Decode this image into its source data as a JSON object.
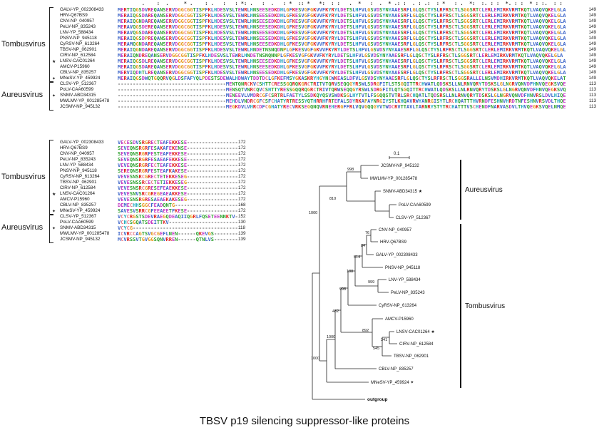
{
  "caption": "TBSV p19 silencing suppressor-like proteins",
  "groups": {
    "tombusvirus": "Tombusvirus",
    "aureusvirus": "Aureusvirus"
  },
  "residue_colors": {
    "AILMFWV": "#3a63c8",
    "KR": "#e0231e",
    "DE": "#c43ac4",
    "NQST": "#2ba02b",
    "C": "#e87e8a",
    "G": "#e8991a",
    "P": "#b8a513",
    "HY": "#20aabe",
    "-": "#666666",
    "default": "#333333"
  },
  "alignment": {
    "block1": {
      "columns": 150,
      "consensus": "        .    :  .     * .    : .   :   : *: .   :  .   : *  :: *   *:  : :   .  *   :  .  * .: :  . : .:  : *   : .  *:  :. : :  *. : :  * : :.  : :",
      "rows": [
        {
          "star": "",
          "name": "GALV-YP_002308433",
          "seq": "MERTIQGSDVREQANSERVDGGCGGTISPFKLHDESVSLTEWRLHNSEESEDKDHLGFKESVGFGKVVFKYRYLDETSLHFVLGSVDSYNYAAESRFLGLQSCTYSLRFRSCTLSGGSRTCLERLEMIRKVRMTKQTLVAQVQKELGLA",
          "end": "149"
        },
        {
          "star": "",
          "name": "HRV-Q67BS9",
          "seq": "MERAIQGSDAREQANSERVDGGCGGTISPFKLHDESVSLTEWRLHNSEESEDKDHLGFKESVGFGKVVFKYRYLDETSLHFVLGSVDSYNYAAESRFLGLQSCTYSLRFRSCTLSGGSRTCLERLEMIRKVRMTKQTLVAQVQKELGLA",
          "end": "149"
        },
        {
          "star": "",
          "name": "CNV-NP_040957",
          "seq": "MERAIQGNDAREQANSERVDGGCGGTISPFKLHDESVSLTEWRLHNSEESEDKDHLGFKESVGFGKVVFKYRYLDETSLHFVLGSVDSYNYAAESRFLGLQSCTYSLRFRSCTLSGGSRTCLERLEMIRKVRMTKQTLVAQVQKELGLA",
          "end": "149"
        },
        {
          "star": "",
          "name": "PeLV-NP_835243",
          "seq": "MERAVQGSDEREQANSERVDGGCGGTISPFKLHDESVSLTEWRLHNSEESEDKDHLGFKESVGFGKVVFKYRYLDETSLHFVLGSVDSYNYAAESRFLGLQSCTYSLRFRSCTLSGGSRTCLERLEMIRKVRMTKQTLVAQVQKELGLA",
          "end": "149"
        },
        {
          "star": "",
          "name": "LNV-YP_588434",
          "seq": "MERAVQGSDAREQANSERVDGGCGGTISPFKLHDESVSLTEWRLHNSEESEDKDHLGFKESVGFGKVVFKYRYLDETSLHFVLGSVDSYNYAAESRFLGLQSCTYSLRFRSCTLSGGSRTCLERLEMIRKVRMTKQTLVAQVQKELGLA",
          "end": "149"
        },
        {
          "star": "",
          "name": "PNSV-NP_945118",
          "seq": "MERAIQGSDPREQANSERVDGGCGGTISPFKLHDESVSLTEWRLHNSEESEDKDHLGFKESVGFGKVVFKYRYLDETSLHFVLGSVDSYNYAAESRFLGLQSCTYSLRFRSCTLSGGSRTCLERLEMIRKVRMTKQTLVAQVQKELGLA",
          "end": "149"
        },
        {
          "star": "",
          "name": "CyRSV-NP_613264",
          "seq": "MERAMQGNDAREQANSERVDGGCGGTISPFKLHDESVSLTEWRLHNSEESEDKDHLGFKESVGFGKVVFKYRYLDETSLHFVLGSVDSYNYAAESRFLGLQSCTYSLRFRSCTLSGGSRTCLERLEMIRKVRMTKQTLVAQVQKELGLA",
          "end": "149"
        },
        {
          "star": "",
          "name": "TBSV-NP_062901",
          "seq": "MERAIQGNDAREQANSERVDGGCGGTISPFKLHDESVSLTEWRLHNDETNSNQDNPLGFKESVGFGKVVFKYRYLDETSLHFVLGSVDSYNYAAESRFLGLQSCTYSLRFRSCTLSGGSRTCLERLEMIRKVRMTKQTLVAQVQKELGL",
          "end": "149"
        },
        {
          "star": "",
          "name": "CIRV-NP_612584",
          "seq": "MERAIQNDREQANSERVDGGCGGTISPFKLHDESVSLTEWRLHNDETNSNQNNPLGFKESVGFGKVVFKYRYLDETSLHFVLGSVDSYNYAAESRFLGLQSCTYSLRFRSCTLSGGSRTCLERLEMIRKVRMTKQTLVAQVQKELGLA",
          "end": "149"
        },
        {
          "star": "★",
          "name": "LNSV-CAC01264",
          "seq": "MERAIQGSDLREQANSERVDGGCGGTISPFKLHDESVSLTEWRLHNSEESEDKDHLGFKESVGFGKVVFKYRYLDETSLHFVLGSVDSYNYAAESRFLGLQSCTYSLRFRSCTLSGGSRTCLERLEMIRKVRMTKQTLVAQVQKELGLA",
          "end": "149"
        },
        {
          "star": "",
          "name": "AMCV-P15960",
          "seq": "MERAIQGSDAREQANSERVDGGCGGTISPFKLHDESVSLTEWRLHNSEESEDKDHLGFKESVGFGKVVFKYRYLDETSLHFVLGSVDSYNYAAESRFLGLQSCTYSLRFRSCTLSGGSRTCLERLEMIRKVRMTKQTLVAQVQKELGLA",
          "end": "149"
        },
        {
          "star": "",
          "name": "CBLV-NP_835257",
          "seq": "MERVIQDHTLREQANSERVDGGCGGTISPFKLHDESVSLTEWRLHNSEESEDKDHLGFKESVGFGKVVFKYRYLDETSLHFVLGSVDSYNYAAESRFLGLQSCTYSLRFRSCTLSGGSRTCLERLEMIRKVRMTKQTLVAQVQKELGLA",
          "end": "149"
        },
        {
          "star": "✦",
          "name": "MNeSV-YP_459924",
          "seq": "MERAIQGSDWQTGQQRVQGLDSFAFYQLPDESTSDEWALHDWAYTDDTDCLGFKEFMSYGKASKRYHGYNCWKEASLDFVLGSVDSYNYAAESRFLGLQSCTYSLRFRSCTLSGGSRALLELNSVMDHIRKVRMTKQTLVAQVQKELAT",
          "end": "149"
        },
        {
          "star": "",
          "name": "CLSV-YP_512367",
          "seq": "------------------------------------MENTQNRCKVCSHTTCRESSGQRQKGRCTRITVTQRVSEQQGYRSWLSDRGFITLSTSGQITTRCHWATLQDSKSLLNLRNVQRYTDSKSLGLNGRVQNVDFHNVQEGKSVQE",
          "end": "113"
        },
        {
          "star": "",
          "name": "PoLV-CAA60599",
          "seq": "------------------------------------MENSQTVNRCQVCSHTTYRESSGQQRQGRCTRIVTQRWSEQQGYRSWLSDRGFITLQTSGQITTRCHWATLQDSKSLLNLRNVQRYTDSKSLGLNGRVQNVDFHNVQEGKSVQ",
          "end": "113"
        },
        {
          "star": "✦",
          "name": "SNMV-ABD34315",
          "seq": "------------------------------------MENEEVLVMDRCGFCSRTRLFAETYLSSDKQYQSVSWDKSGLHYTVTLFSGQQSTVTRLSRCHQATLTQDSRSLLNLRNVQRYTDSKSLGLNGRVQNVDFHNVRSLDVLHIQE",
          "end": "113"
        },
        {
          "star": "",
          "name": "MWLMV-YP_001285478",
          "seq": "------------------------------------MEHDLVNDRCGFCSFCHATYRTRESSYQTHRRHFRTEFALSDYRKAPAYNRGIYSTLKHQAVRWYANRGISYTLRCHQATTTHVRNDFESHNVHRDTNFESHNVRSVDLTHQE",
          "end": "113"
        },
        {
          "star": "",
          "name": "JCSMV-NP_945132",
          "seq": "------------------------------------MEGKDVLVHRCDFCGHATYRECVRKSEGQNQVRNEHERGFFRLVQVGQQGYVTWDCRVTTAVLTARNRYSTYTRCHATTTVSCHENDFNARVASDVLTHVQEGKSVQELNMQE",
          "end": "113"
        }
      ]
    },
    "block2": {
      "columns": 40,
      "rows": [
        {
          "star": "",
          "name": "GALV-YP_002308433",
          "seq": "VECESDVSRGRECTEAFEKKESE-----------------",
          "end": "172"
        },
        {
          "star": "",
          "name": "HRV-Q67BS9",
          "seq": "SEVEQNSRGRFESAKAFEKENSE-----------------",
          "end": "172"
        },
        {
          "star": "",
          "name": "CNV-NP_040957",
          "seq": "SEVEQNSRGRFESTEAFEKKESE-----------------",
          "end": "172"
        },
        {
          "star": "",
          "name": "PeLV-NP_835243",
          "seq": "SEVEQNSRGRFESAEAFEKKESE-----------------",
          "end": "172"
        },
        {
          "star": "",
          "name": "LNV-YP_588434",
          "seq": "VEVEQNSRGRFECTEAFEKKESE-----------------",
          "end": "172"
        },
        {
          "star": "",
          "name": "PNSV-NP_945118",
          "seq": "SEREQNSRGRFESTEAFKAKESE-----------------",
          "end": "172"
        },
        {
          "star": "",
          "name": "CyRSV-NP_613264",
          "seq": "VEVESNSRCGRECTETEKKESEG-----------------",
          "end": "172"
        },
        {
          "star": "",
          "name": "TBSV-NP_062901",
          "seq": "VEVESNSSRCECTETIEKKESEG-----------------",
          "end": "172"
        },
        {
          "star": "",
          "name": "CIRV-NP_612584",
          "seq": "VEVESNSRCGRESEFEAEKKESE-----------------",
          "end": "172"
        },
        {
          "star": "★",
          "name": "LNSV-CAC01264",
          "seq": "VEVESNVSRCGREGEAEAKKESE-----------------",
          "end": "172"
        },
        {
          "star": "",
          "name": "AMCV-P15960",
          "seq": "VEVESNSRGRESAEAEKAKESEG-----------------",
          "end": "172"
        },
        {
          "star": "",
          "name": "CBLV-NP_835257",
          "seq": "DEMECHHSGGCFEADQNTG---------------------",
          "end": "168"
        },
        {
          "star": "✦",
          "name": "MNeSV-YP_459924",
          "seq": "SAVESVSRRCGFEEAEETFKESE-----------------",
          "end": "172"
        },
        {
          "star": "",
          "name": "CLSV-YP_512367",
          "seq": "VCYCRGSTSDEVRAEGQDEAQIIQGRLFQSETEENNKTV-",
          "end": "152"
        },
        {
          "star": "",
          "name": "PoLV-CAA60599",
          "seq": "VCHCSGQATSDEITTKV-----------------------",
          "end": "130"
        },
        {
          "star": "✦",
          "name": "SNMV-ABD34315",
          "seq": "VCYCG-----------------------------------",
          "end": "118"
        },
        {
          "star": "",
          "name": "MWLMV-YP_001285478",
          "seq": "ICVRCCAGTSVGCGEFLNEN------QKEVGS--------",
          "end": "139"
        },
        {
          "star": "",
          "name": "JCSMV-NP_945132",
          "seq": "MCVRSSVTGVGGSQNVRREN------QTNLVS--------",
          "end": "139"
        }
      ]
    }
  },
  "tree": {
    "scale_label": "0.1",
    "tips": [
      "JCSMV-NP_945132",
      "MWLMV-YP_001285478",
      "SNMV-ABD34315 ★",
      "PoLV-CAA60599",
      "CLSV-YP_512367",
      "CNV-NP_040957",
      "HRV-Q67BS9",
      "GALV-YP_002308433",
      "PNSV-NP_945118",
      "LNV-YP_588434",
      "PeLV-NP_835243",
      "CyRSV-NP_613264",
      "AMCV-P15960",
      "LNSV-CAC01264 ★",
      "CIRV-NP_612584",
      "TBSV-NP_062901",
      "CBLV-NP_835257",
      "MNeSV-YP_459924 ✦"
    ],
    "outgroup_label": "outgroup",
    "bootstraps": [
      "998",
      "810",
      "1000",
      "76",
      "84",
      "514",
      "999",
      "188",
      "998",
      "341",
      "545",
      "892",
      "482",
      "1000",
      "1000"
    ],
    "aureusvirus_label": "Aureusvirus",
    "tombusvirus_label": "Tombusvirus"
  }
}
